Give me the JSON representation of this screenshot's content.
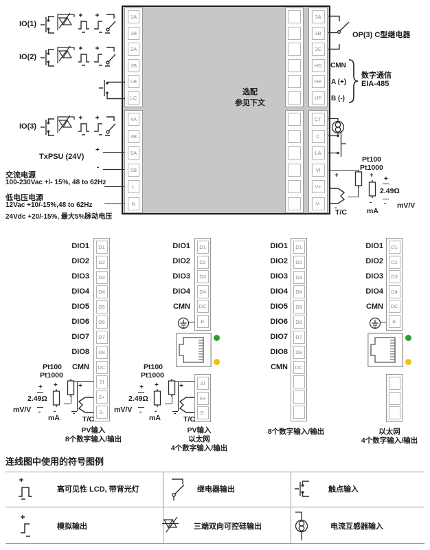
{
  "main_block": {
    "center_note_line1": "选配",
    "center_note_line2": "参见下文",
    "left_top_terminals": [
      "1A",
      "1B",
      "2A",
      "2B",
      "LB",
      "LC"
    ],
    "left_bottom_terminals": [
      "4A",
      "4B",
      "5A",
      "5B",
      "L",
      "N"
    ],
    "right_top_terminals": [
      "3A",
      "3B",
      "3C",
      "HD",
      "HE",
      "HF"
    ],
    "right_bottom_terminals": [
      "CT",
      "C",
      "LA",
      "VI",
      "V+",
      "V-"
    ]
  },
  "io": {
    "io1": "IO(1)",
    "io2": "IO(2)",
    "io3": "IO(3)"
  },
  "power": {
    "plus": "+",
    "minus": "-",
    "txpsu_label": "TxPSU (24V)",
    "ac_title": "交流电源",
    "ac_spec": "100-230Vac +/- 15%, 48 to 62Hz",
    "lv_title": "低电压电源",
    "lv_spec1": "12Vac +10/-15%,48 to 62Hz",
    "lv_spec2": "24Vdc +20/-15%, 最大5%脉动电压"
  },
  "comms": {
    "op3_label": "OP(3) C型继电器",
    "cmn": "CMN",
    "a_plus": "A (+)",
    "b_minus": "B (-)",
    "digital_comm": "数字通信",
    "eia": "EIA-485"
  },
  "sensors": {
    "pt100": "Pt100",
    "pt1000": "Pt1000",
    "ohm": "2.49Ω",
    "mvv": "mV/V",
    "ma": "mA",
    "tc": "T/C",
    "plus": "+",
    "minus": "-"
  },
  "dio": {
    "col1": {
      "labels": [
        "DIO1",
        "DIO2",
        "DIO3",
        "DIO4",
        "DIO5",
        "DIO6",
        "DIO7",
        "DIO8",
        "CMN"
      ],
      "terminals": [
        "D1",
        "D2",
        "D3",
        "D4",
        "D5",
        "D6",
        "D7",
        "D8",
        "DC",
        "SI",
        "S+",
        "S-"
      ],
      "caption": [
        "PV输入",
        "8个数字输入/输出"
      ]
    },
    "col2": {
      "labels": [
        "DIO1",
        "DIO2",
        "DIO3",
        "DIO4",
        "CMN"
      ],
      "terminals": [
        "D1",
        "D2",
        "D3",
        "D4",
        "DC",
        "E"
      ],
      "pv_terminals": [
        "SI",
        "S+",
        "S-"
      ],
      "caption": [
        "PV输入",
        "以太网",
        "4个数字输入/输出"
      ]
    },
    "col3": {
      "labels": [
        "DIO1",
        "DIO2",
        "DIO3",
        "DIO4",
        "DIO5",
        "DIO6",
        "DIO7",
        "DIO8",
        "CMN"
      ],
      "terminals": [
        "D1",
        "D2",
        "D3",
        "D4",
        "D5",
        "D6",
        "D7",
        "D8",
        "DC"
      ],
      "caption": [
        "8个数字输入/输出"
      ]
    },
    "col4": {
      "labels": [
        "DIO1",
        "DIO2",
        "DIO3",
        "DIO4",
        "CMN"
      ],
      "terminals": [
        "D1",
        "D2",
        "D3",
        "D4",
        "DC",
        "E"
      ],
      "caption": [
        "以太网",
        "4个数字输入/输出"
      ]
    }
  },
  "legend": {
    "title": "连线图中使用的符号图例",
    "items": [
      {
        "icon": "pulse-lcd-symbol",
        "label": "高可见性 LCD, 带背光灯"
      },
      {
        "icon": "relay-symbol",
        "label": "继电器输出"
      },
      {
        "icon": "contact-symbol",
        "label": "触点输入"
      },
      {
        "icon": "analog-symbol",
        "label": "模拟输出"
      },
      {
        "icon": "triac-symbol",
        "label": "三端双向可控硅输出"
      },
      {
        "icon": "ct-symbol",
        "label": "电流互感器输入"
      }
    ]
  },
  "colors": {
    "led_green": "#2e9e2f",
    "led_yellow": "#f3c300",
    "block_gray": "#c7c7c7"
  }
}
